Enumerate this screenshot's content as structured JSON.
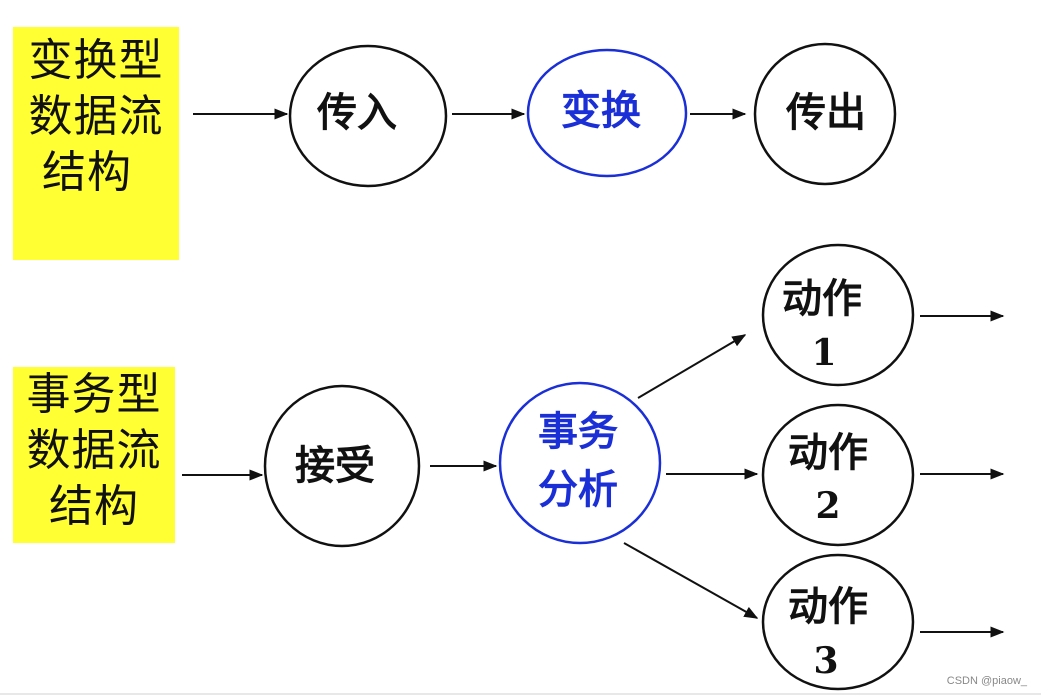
{
  "labels": {
    "transform": {
      "line1": "变换型",
      "line2": "数据流",
      "line3": "结构"
    },
    "transaction": {
      "line1": "事务型",
      "line2": "数据流",
      "line3": "结构"
    }
  },
  "transform_flow": {
    "input": "传入",
    "transform": "变换",
    "output": "传出"
  },
  "transaction_flow": {
    "receive": "接受",
    "analysis_line1": "事务",
    "analysis_line2": "分析",
    "actions": [
      {
        "text": "动作",
        "num": "1"
      },
      {
        "text": "动作",
        "num": "2"
      },
      {
        "text": "动作",
        "num": "3"
      }
    ]
  },
  "colors": {
    "label_bg": "#ffff33",
    "highlight": "#1a2fd6",
    "ink": "#111111"
  },
  "watermark": "CSDN @piaow_"
}
